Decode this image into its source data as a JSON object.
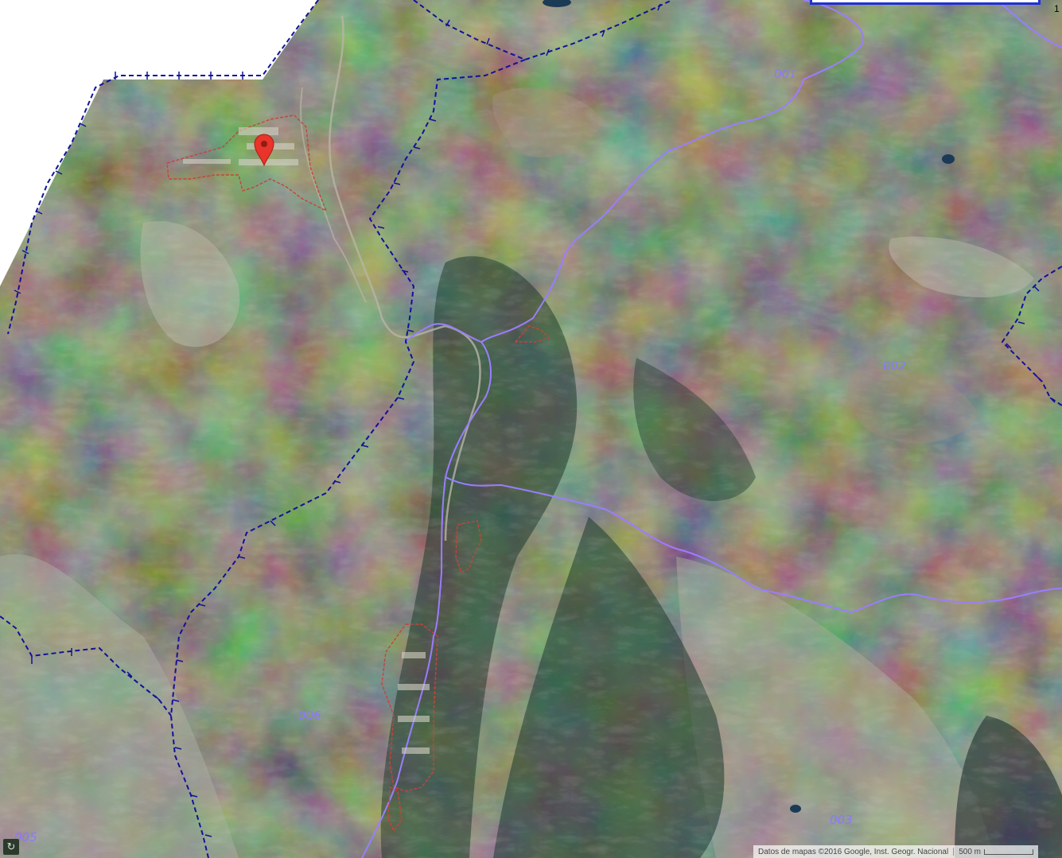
{
  "map": {
    "zone_labels": [
      {
        "id": "001",
        "text": "001"
      },
      {
        "id": "002",
        "text": "002"
      },
      {
        "id": "003",
        "text": "003"
      },
      {
        "id": "005",
        "text": "005"
      },
      {
        "id": "006",
        "text": "006"
      }
    ],
    "corner_number": "1",
    "attribution": {
      "text": "Datos de mapas ©2016 Google, Inst. Geogr. Nacional",
      "scale": "500 m"
    },
    "colors": {
      "border_line": "#10129a",
      "zone_line": "#9b7dff",
      "parcel_outline": "#c8433a",
      "marker": "#e8342a",
      "banner": "#1f2fd8"
    },
    "marker_icon": "map-pin-icon",
    "reload_icon": "refresh-icon"
  }
}
